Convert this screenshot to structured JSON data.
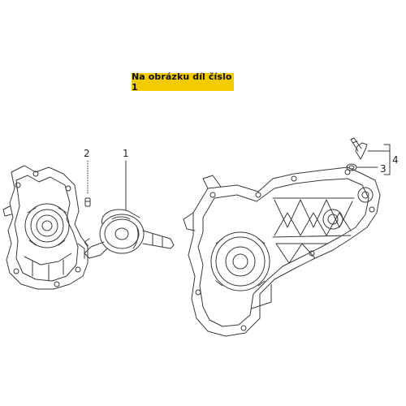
{
  "banner": {
    "label": "Na obrázku díl číslo 1",
    "color": "#f2cc00"
  },
  "callouts": [
    "1",
    "2",
    "3",
    "4"
  ],
  "parts": [
    {
      "id": "left-crankcase-half",
      "icon": "crankcase-left-icon"
    },
    {
      "id": "crankshaft",
      "icon": "crankshaft-icon"
    },
    {
      "id": "pin",
      "icon": "pin-icon"
    },
    {
      "id": "right-crankcase-half",
      "icon": "crankcase-right-icon"
    },
    {
      "id": "stud-bolt",
      "icon": "stud-icon"
    },
    {
      "id": "o-ring",
      "icon": "o-ring-icon"
    }
  ]
}
